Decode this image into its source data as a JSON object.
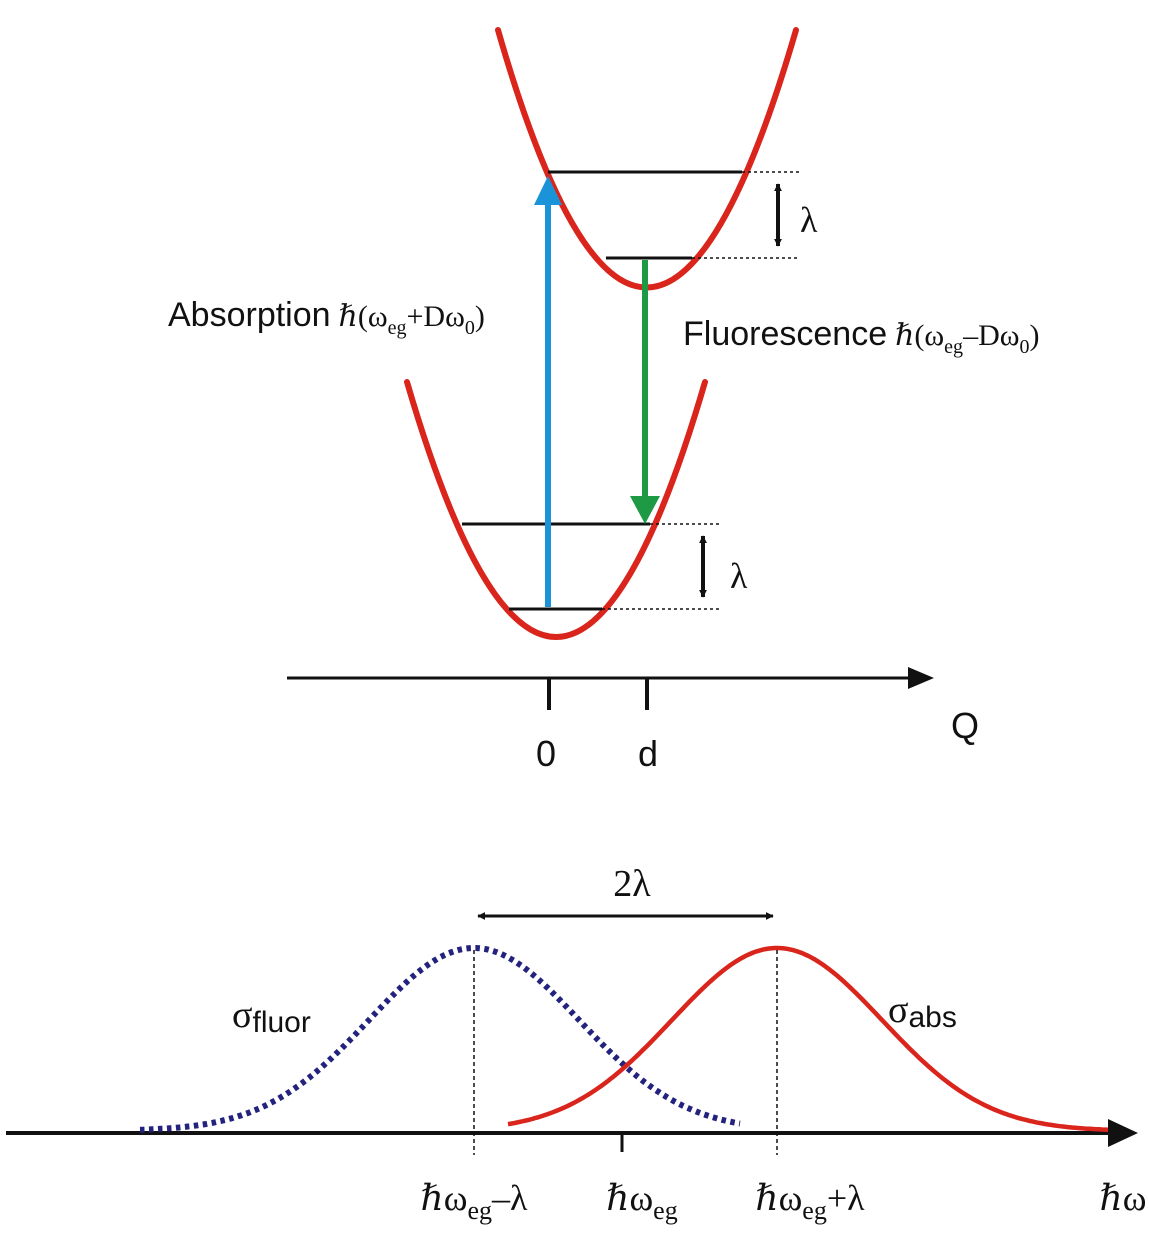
{
  "colors": {
    "curve": "#d9251c",
    "absorption_arrow": "#1a93d9",
    "fluorescence_arrow": "#1f9a44",
    "fluor_spectrum": "#23237e",
    "axis": "#111111"
  },
  "top_diagram": {
    "absorption": {
      "label": "Absorption",
      "formula_prefix": "ℏ(ω",
      "sub": "eg",
      "formula_mid": "+Dω",
      "sub2": "0",
      "formula_suffix": ")"
    },
    "fluorescence": {
      "label": "Fluorescence",
      "formula_prefix": "ℏ(ω",
      "sub": "eg",
      "formula_mid": "–Dω",
      "sub2": "0",
      "formula_suffix": ")"
    },
    "lambda_upper": "λ",
    "lambda_lower": "λ",
    "axis_label": "Q",
    "tick_0": "0",
    "tick_d": "d"
  },
  "bottom_diagram": {
    "shift_label": "2λ",
    "sigma_fluor": {
      "symbol": "σ",
      "sub": "fluor"
    },
    "sigma_abs": {
      "symbol": "σ",
      "sub": "abs"
    },
    "tick_left": {
      "prefix": "ℏω",
      "sub": "eg",
      "suffix": "–λ"
    },
    "tick_center": {
      "prefix": "ℏω",
      "sub": "eg",
      "suffix": ""
    },
    "tick_right": {
      "prefix": "ℏω",
      "sub": "eg",
      "suffix": "+λ"
    },
    "axis_label": "ℏω"
  }
}
